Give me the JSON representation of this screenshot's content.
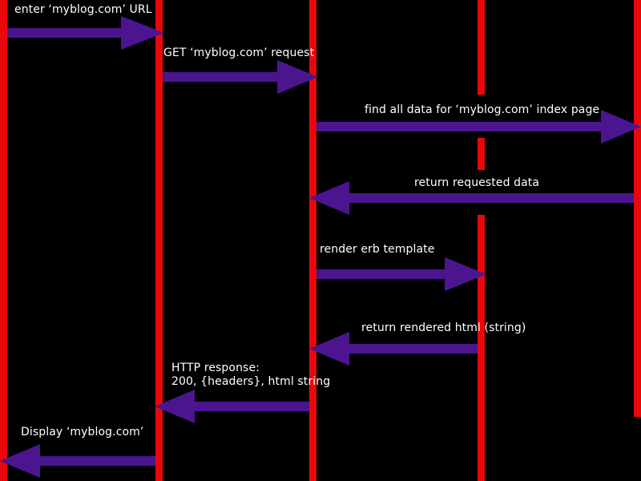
{
  "colors": {
    "background": "#000000",
    "lifeline": "#e8070b",
    "arrow": "#4b1590",
    "text": "#ffffff"
  },
  "messages": [
    {
      "from": 0,
      "to": 1,
      "lines": [
        "enter ‘myblog.com’ URL"
      ]
    },
    {
      "from": 1,
      "to": 2,
      "lines": [
        "GET ‘myblog.com’ request"
      ]
    },
    {
      "from": 2,
      "to": 4,
      "lines": [
        "find all data for ‘myblog.com’ index page"
      ]
    },
    {
      "from": 4,
      "to": 2,
      "lines": [
        "return requested data"
      ]
    },
    {
      "from": 2,
      "to": 3,
      "lines": [
        "render erb template"
      ]
    },
    {
      "from": 3,
      "to": 2,
      "lines": [
        "return rendered html (string)"
      ]
    },
    {
      "from": 2,
      "to": 1,
      "lines": [
        "HTTP response:",
        "200, {headers}, html string"
      ]
    },
    {
      "from": 1,
      "to": 0,
      "lines": [
        "Display ‘myblog.com’"
      ]
    }
  ]
}
